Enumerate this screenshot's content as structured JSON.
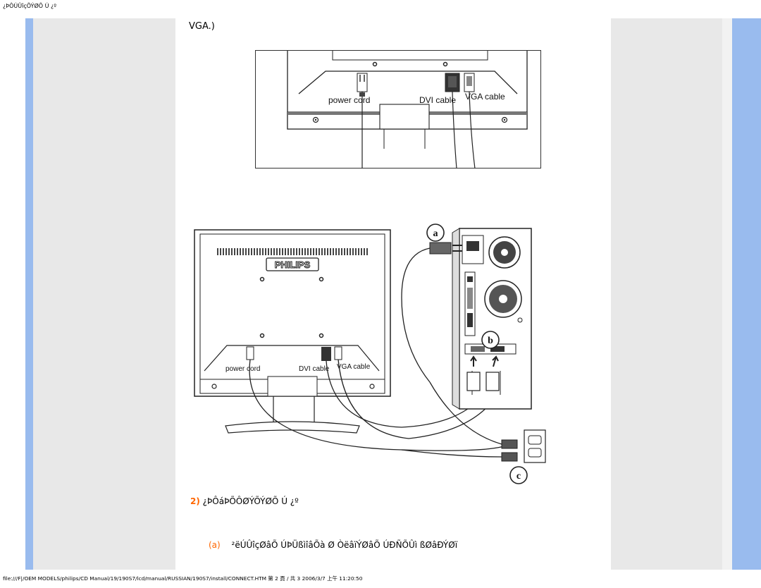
{
  "page": {
    "header_title": "¿ÞÔÚÛîçÕÝØÕ Ú ¿º",
    "lead_text": "VGA.)"
  },
  "figure_top": {
    "labels": {
      "power_cord": "power cord",
      "dvi_cable": "DVI cable",
      "vga_cable": "VGA cable"
    }
  },
  "figure_bottom": {
    "brand": "PHILIPS",
    "labels": {
      "power_cord": "power cord",
      "dvi_cable": "DVI cable",
      "vga_cable": "VGA cable"
    },
    "callouts": {
      "a": "a",
      "b": "b",
      "c": "c"
    }
  },
  "step": {
    "number": "2)",
    "title": "¿ÞÔáÞÕÔØÝÕÝØÕ Ú ¿º"
  },
  "instruction": {
    "letter": "(a)",
    "text": "²ëÚÛîçØâÕ ÚÞÜßìîâÕà Ø ÒëâïÝØâÕ ÚÐÑÕÛì ßØâÐÝØï"
  },
  "footer": {
    "path_text": "file:///F|/OEM MODELS/philips/CD Manual/19/190S7/lcd/manual/RUSSIAN/190S7/install/CONNECT.HTM 第 2 頁 / 共 3 2006/3/7 上午 11:20:50"
  },
  "colors": {
    "accent_blue": "#99bbee",
    "side_gray": "#e8e8e8",
    "step_orange": "#ff6600"
  }
}
